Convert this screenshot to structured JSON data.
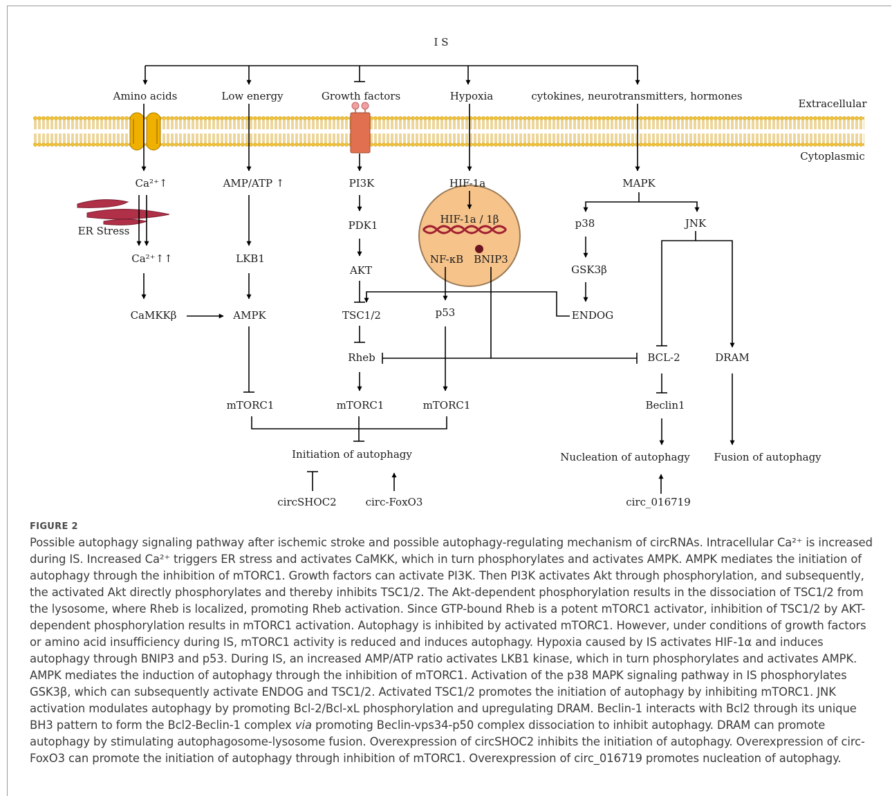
{
  "diagram": {
    "nodes": {
      "is": "I S",
      "amino_acids": "Amino acids",
      "low_energy": "Low energy",
      "growth_factors": "Growth factors",
      "hypoxia": "Hypoxia",
      "cytokines": "cytokines, neurotransmitters, hormones",
      "extracellular": "Extracellular",
      "cytoplasmic": "Cytoplasmic",
      "ca": "Ca²⁺↑",
      "er_stress": "ER Stress",
      "ca_up2": "Ca²⁺↑↑",
      "camkkb": "CaMKKβ",
      "amp_atp": "AMP/ATP ↑",
      "lkb1": "LKB1",
      "ampk": "AMPK",
      "pi3k": "PI3K",
      "pdk1": "PDK1",
      "akt": "AKT",
      "tsc12": "TSC1/2",
      "rheb": "Rheb",
      "hif1a": "HIF-1a",
      "hif1a_1b": "HIF-1a / 1β",
      "nfkb": "NF-κB",
      "bnip3": "BNIP3",
      "p53": "p53",
      "mapk": "MAPK",
      "p38": "p38",
      "jnk": "JNK",
      "gsk3b": "GSK3β",
      "endog": "ENDOG",
      "bcl2": "BCL-2",
      "dram": "DRAM",
      "beclin1": "Beclin1",
      "mtorc1_a": "mTORC1",
      "mtorc1_b": "mTORC1",
      "mtorc1_c": "mTORC1",
      "initiation": "Initiation of autophagy",
      "nucleation": "Nucleation of autophagy",
      "fusion": "Fusion of autophagy",
      "circshoc2": "circSHOC2",
      "circfoxo3": "circ-FoxO3",
      "circ016719": "circ_016719"
    },
    "colors": {
      "membrane": "#f2c230",
      "membrane_tail": "#d7a321",
      "channel": "#f0b000",
      "receptor": "#e07050",
      "nucleus": "#f6c38b",
      "er": "#b03048"
    }
  },
  "caption": {
    "label": "FIGURE 2",
    "text_part1": "Possible autophagy signaling pathway after ischemic stroke and possible autophagy-regulating mechanism of circRNAs. Intracellular Ca²⁺ is increased during IS. Increased Ca²⁺ triggers ER stress and activates CaMKK, which in turn phosphorylates and activates AMPK. AMPK mediates the initiation of autophagy through the inhibition of mTORC1. Growth factors can activate PI3K. Then PI3K activates Akt through phosphorylation, and subsequently, the activated Akt directly phosphorylates and thereby inhibits TSC1/2. The Akt-dependent phosphorylation results in the dissociation of TSC1/2 from the lysosome, where Rheb is localized, promoting Rheb activation. Since GTP-bound Rheb is a potent mTORC1 activator, inhibition of TSC1/2 by AKT-dependent phosphorylation results in mTORC1 activation. Autophagy is inhibited by activated mTORC1. However, under conditions of growth factors or amino acid insufficiency during IS, mTORC1 activity is reduced and induces autophagy. Hypoxia caused by IS activates HIF-1α and induces autophagy through BNIP3 and p53. During IS, an increased AMP/ATP ratio activates LKB1 kinase, which in turn phosphorylates and activates AMPK. AMPK mediates the induction of autophagy through the inhibition of mTORC1. Activation of the p38 MAPK signaling pathway in IS phosphorylates GSK3β, which can subsequently activate ENDOG and TSC1/2. Activated TSC1/2 promotes the initiation of autophagy by inhibiting mTORC1. JNK activation modulates autophagy by promoting Bcl-2/Bcl-xL phosphorylation and upregulating DRAM. Beclin-1 interacts with Bcl2 through its unique BH3 pattern to form the Bcl2-Beclin-1 complex",
    "text_italic": "via",
    "text_part2": "promoting Beclin-vps34-p50 complex dissociation to inhibit autophagy. DRAM can promote autophagy by stimulating autophagosome-lysosome fusion. Overexpression of circSHOC2 inhibits the initiation of autophagy. Overexpression of circ-FoxO3 can promote the initiation of autophagy through inhibition of mTORC1. Overexpression of circ_016719 promotes nucleation of autophagy."
  }
}
